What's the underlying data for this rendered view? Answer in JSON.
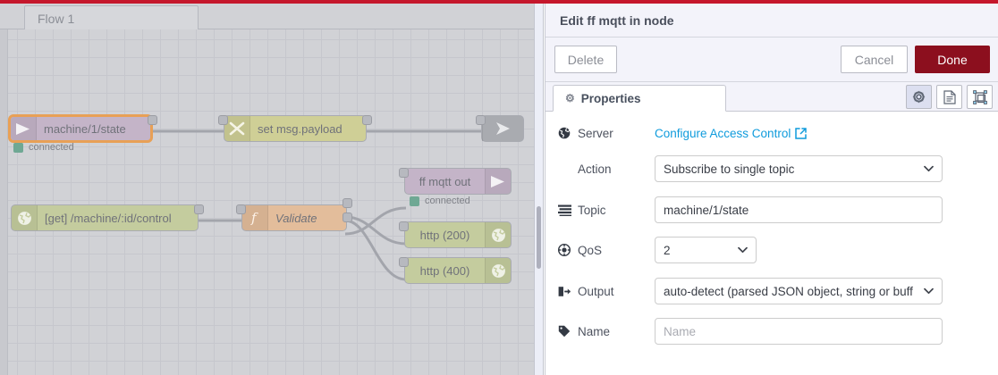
{
  "theme": {
    "accent_red": "#c5172c",
    "done_button": "#8c0f1e",
    "link_blue": "#0f9bdc",
    "canvas_bg": "#d1d2d6",
    "status_green": "#6fa894"
  },
  "workspace": {
    "tabs": [
      {
        "label": "Flow 1",
        "active": true
      }
    ],
    "nodes": [
      {
        "id": "mqtt-in",
        "label": "machine/1/state",
        "type": "mqtt in",
        "icon": "mqtt-icon",
        "selected": true,
        "status": "connected",
        "status_color": "#6fa894"
      },
      {
        "id": "change",
        "label": "set msg.payload",
        "type": "change",
        "icon": "swap-icon",
        "selected": false
      },
      {
        "id": "debug",
        "label": "",
        "type": "debug",
        "icon": "debug-icon",
        "selected": false
      },
      {
        "id": "http-in",
        "label": "[get] /machine/:id/control",
        "type": "http in",
        "icon": "globe-icon",
        "selected": false
      },
      {
        "id": "function",
        "label": "Validate",
        "type": "function",
        "icon": "function-icon",
        "selected": false
      },
      {
        "id": "mqtt-out",
        "label": "ff mqtt out",
        "type": "mqtt out",
        "icon": "mqtt-icon",
        "selected": false,
        "status": "connected",
        "status_color": "#6fa894"
      },
      {
        "id": "http-200",
        "label": "http (200)",
        "type": "http response",
        "icon": "globe-icon",
        "selected": false
      },
      {
        "id": "http-400",
        "label": "http (400)",
        "type": "http response",
        "icon": "globe-icon",
        "selected": false
      }
    ]
  },
  "editor": {
    "title": "Edit ff mqtt in node",
    "buttons": {
      "delete": "Delete",
      "cancel": "Cancel",
      "done": "Done"
    },
    "tabs": [
      {
        "label": "Properties",
        "icon": "gear-icon",
        "active": true
      }
    ],
    "icon_buttons": [
      {
        "name": "node-settings-icon",
        "active": true
      },
      {
        "name": "node-description-icon",
        "active": false
      },
      {
        "name": "node-appearance-icon",
        "active": false
      }
    ],
    "form": {
      "server": {
        "label": "Server",
        "icon": "globe-icon",
        "link_text": "Configure Access Control",
        "link_icon": "external-link-icon"
      },
      "action": {
        "label": "Action",
        "icon": "",
        "value": "Subscribe to single topic"
      },
      "topic": {
        "label": "Topic",
        "icon": "list-icon",
        "value": "machine/1/state"
      },
      "qos": {
        "label": "QoS",
        "icon": "bullseye-icon",
        "value": "2"
      },
      "output": {
        "label": "Output",
        "icon": "sign-out-icon",
        "value": "auto-detect (parsed JSON object, string or buff"
      },
      "name": {
        "label": "Name",
        "icon": "tag-icon",
        "value": "",
        "placeholder": "Name"
      }
    }
  }
}
